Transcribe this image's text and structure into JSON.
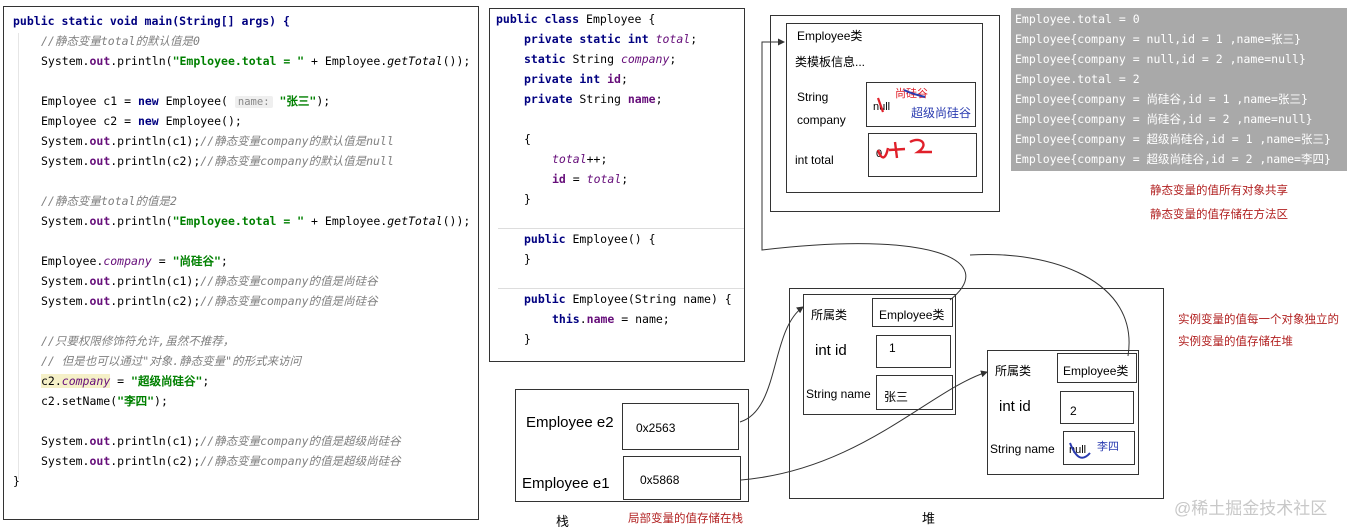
{
  "main_code": {
    "l1": "public static void main(String[] args) {",
    "l2": "//静态变量total的默认值是0",
    "l3a": "System.",
    "l3b": "out",
    "l3c": ".println(",
    "l3d": "\"Employee.total = \"",
    "l3e": " + Employee.",
    "l3f": "getTotal",
    "l3g": "());",
    "l5a": "Employee c1 = ",
    "l5b": "new",
    "l5c": " Employee(",
    "l5hint": "name:",
    "l5d": "\"张三\"",
    "l5e": ");",
    "l6a": "Employee c2 = ",
    "l6b": "new",
    "l6c": " Employee();",
    "l7a": "System.",
    "l7b": "out",
    "l7c": ".println(c1);",
    "l7d": "//静态变量company的默认值是null",
    "l8a": "System.",
    "l8b": "out",
    "l8c": ".println(c2);",
    "l8d": "//静态变量company的默认值是null",
    "l10": "//静态变量total的值是2",
    "l11a": "System.",
    "l11b": "out",
    "l11c": ".println(",
    "l11d": "\"Employee.total = \"",
    "l11e": " + Employee.",
    "l11f": "getTotal",
    "l11g": "());",
    "l13a": "Employee.",
    "l13b": "company",
    "l13c": " = ",
    "l13d": "\"尚硅谷\"",
    "l13e": ";",
    "l14a": "System.",
    "l14b": "out",
    "l14c": ".println(c1);",
    "l14d": "//静态变量company的值是尚硅谷",
    "l15a": "System.",
    "l15b": "out",
    "l15c": ".println(c2);",
    "l15d": "//静态变量company的值是尚硅谷",
    "l17": "//只要权限修饰符允许,虽然不推荐，",
    "l18": "// 但是也可以通过\"对象.静态变量\"的形式来访问",
    "l19a": "c2.",
    "l19b": "company",
    "l19c": " = ",
    "l19d": "\"超级尚硅谷\"",
    "l19e": ";",
    "l20a": "c2.setName(",
    "l20b": "\"李四\"",
    "l20c": ");",
    "l22a": "System.",
    "l22b": "out",
    "l22c": ".println(c1);",
    "l22d": "//静态变量company的值是超级尚硅谷",
    "l23a": "System.",
    "l23b": "out",
    "l23c": ".println(c2);",
    "l23d": "//静态变量company的值是超级尚硅谷",
    "l24": "}"
  },
  "class_code": {
    "c1a": "public class",
    "c1b": " Employee {",
    "c2a": "private static int",
    "c2b": "total",
    "c2c": ";",
    "c3a": "static",
    "c3b": " String ",
    "c3c": "company",
    "c3d": ";",
    "c4a": "private int",
    "c4b": "id",
    "c4c": ";",
    "c5a": "private",
    "c5b": " String ",
    "c5c": "name",
    "c5d": ";",
    "c7": "{",
    "c8a": "total",
    "c8b": "++;",
    "c9a": "id",
    "c9b": " = ",
    "c9c": "total",
    "c9d": ";",
    "c10": "}",
    "c12a": "public",
    "c12b": " Employee() {",
    "c13": "}",
    "c15a": "public",
    "c15b": " Employee(String name) {",
    "c16a": "this",
    "c16b": ".",
    "c16c": "name",
    "c16d": " = name;",
    "c17": "}"
  },
  "method_area": {
    "title": "Employee类",
    "template": "类模板信息...",
    "string_label": "String",
    "company_label": "company",
    "company_old": "null",
    "company_mid": "尚硅谷",
    "company_new": "超级尚硅谷",
    "total_label": "int total",
    "total_old": "0"
  },
  "console": {
    "lines": [
      "Employee.total = 0",
      "Employee{company = null,id = 1 ,name=张三}",
      "Employee{company = null,id = 2 ,name=null}",
      "Employee.total = 2",
      "Employee{company = 尚硅谷,id = 1 ,name=张三}",
      "Employee{company = 尚硅谷,id = 2 ,name=null}",
      "Employee{company = 超级尚硅谷,id = 1 ,name=张三}",
      "Employee{company = 超级尚硅谷,id = 2 ,name=李四}"
    ]
  },
  "notes": {
    "static_shared": "静态变量的值所有对象共享",
    "static_storage": "静态变量的值存储在方法区",
    "instance_independent": "实例变量的值每一个对象独立的",
    "instance_storage": "实例变量的值存储在堆",
    "local_storage": "局部变量的值存储在栈"
  },
  "stack": {
    "e2_label": "Employee e2",
    "e2_value": "0x2563",
    "e1_label": "Employee e1",
    "e1_value": "0x5868",
    "caption": "栈"
  },
  "heap": {
    "caption": "堆",
    "obj1": {
      "class_label": "所属类",
      "class_value": "Employee类",
      "id_label": "int id",
      "id_value": "1",
      "name_label": "String name",
      "name_value": "张三"
    },
    "obj2": {
      "class_label": "所属类",
      "class_value": "Employee类",
      "id_label": "int id",
      "id_value": "2",
      "name_label": "String name",
      "name_old": "null",
      "name_new": "李四"
    }
  },
  "watermark": "@稀土掘金技术社区",
  "colors": {
    "note_red": "#b22222",
    "annotation_red": "#e0202a",
    "annotation_blue": "#2a3bb0",
    "console_bg": "#a9a9a9"
  }
}
